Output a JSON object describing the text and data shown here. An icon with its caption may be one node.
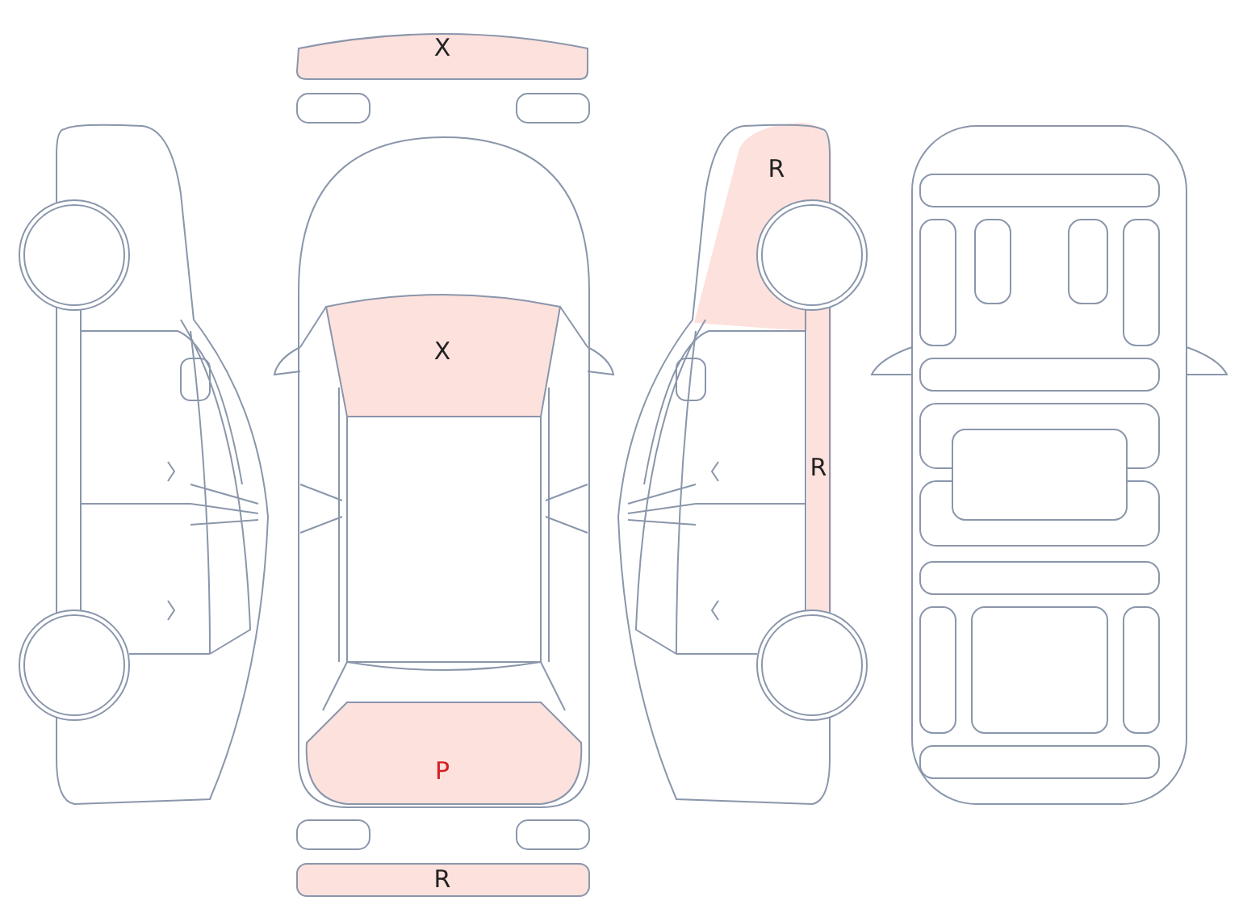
{
  "diagram": {
    "labels": [
      "X",
      "R",
      "X",
      "R",
      "P",
      "R"
    ]
  }
}
